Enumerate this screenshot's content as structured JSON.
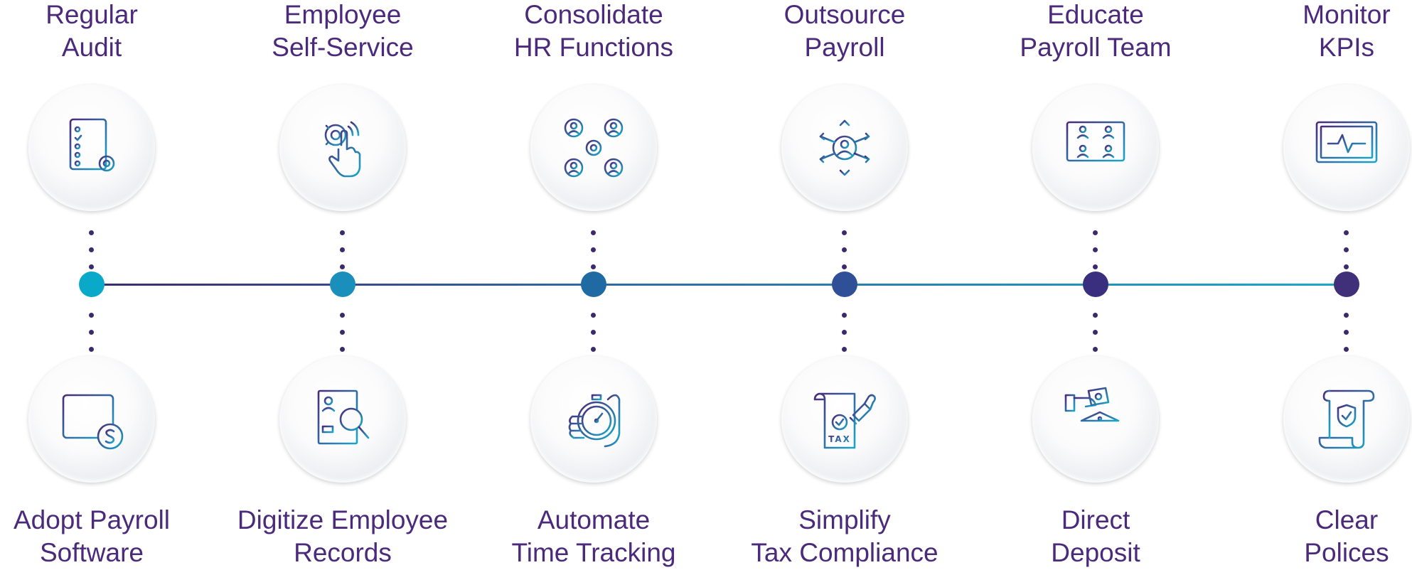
{
  "steps": [
    {
      "top_label": [
        "Regular",
        "Audit"
      ],
      "top_icon": "checklist-gear-icon",
      "bottom_label": [
        "Adopt Payroll",
        "Software"
      ],
      "bottom_icon": "browser-dollar-icon",
      "node_color": "#0ba9c9"
    },
    {
      "top_label": [
        "Employee",
        "Self-Service"
      ],
      "top_icon": "hand-gear-touch-icon",
      "bottom_label": [
        "Digitize Employee",
        "Records"
      ],
      "bottom_icon": "document-magnifier-icon",
      "node_color": "#1a8fbb"
    },
    {
      "top_label": [
        "Consolidate",
        "HR Functions"
      ],
      "top_icon": "people-network-gear-icon",
      "bottom_label": [
        "Automate",
        "Time Tracking"
      ],
      "bottom_icon": "hand-stopwatch-icon",
      "node_color": "#1f6aa3"
    },
    {
      "top_label": [
        "Outsource",
        "Payroll"
      ],
      "top_icon": "person-arrows-outward-icon",
      "bottom_label": [
        "Simplify",
        "Tax Compliance"
      ],
      "bottom_icon": "tax-document-stamp-icon",
      "node_color": "#2f4f96"
    },
    {
      "top_label": [
        "Educate",
        "Payroll Team"
      ],
      "top_icon": "monitor-video-conference-icon",
      "bottom_label": [
        "Direct",
        "Deposit"
      ],
      "bottom_icon": "bank-money-hand-icon",
      "node_color": "#3a2e7e"
    },
    {
      "top_label": [
        "Monitor",
        "KPIs"
      ],
      "top_icon": "monitor-pulse-icon",
      "bottom_label": [
        "Clear",
        "Polices"
      ],
      "bottom_icon": "shield-scroll-icon",
      "node_color": "#40307a"
    }
  ],
  "colors": {
    "label_text": "#4b2a7c",
    "icon_gradient_start": "#4b2a7c",
    "icon_gradient_end": "#1aa8c7"
  }
}
